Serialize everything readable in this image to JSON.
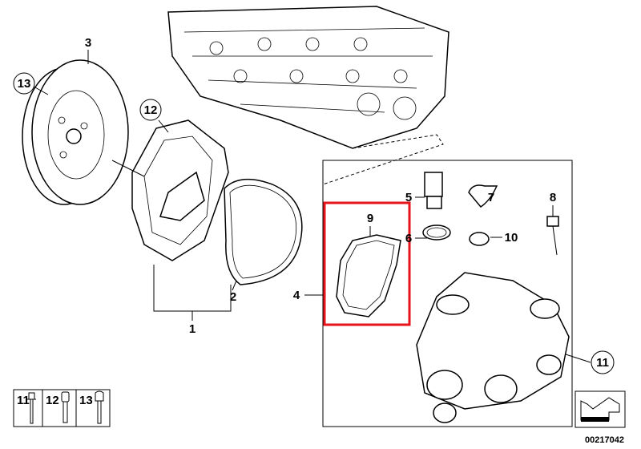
{
  "diagram": {
    "callouts": {
      "c1": "1",
      "c2": "2",
      "c3": "3",
      "c4": "4",
      "c5": "5",
      "c6": "6",
      "c7": "7",
      "c8": "8",
      "c9": "9",
      "c10": "10",
      "c11": "11",
      "c12": "12",
      "c13": "13"
    },
    "highlight_color": "#e8141b",
    "legend": [
      {
        "label": "11",
        "icon": "flange-bolt-icon"
      },
      {
        "label": "12",
        "icon": "socket-head-bolt-icon"
      },
      {
        "label": "13",
        "icon": "hex-bolt-icon"
      }
    ],
    "diagram_code": "00217042",
    "nav_icon": "arrow-down-left-icon"
  }
}
